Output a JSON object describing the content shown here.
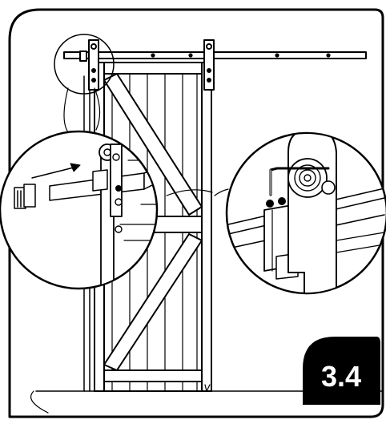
{
  "step": {
    "number_label": "3.4"
  },
  "colors": {
    "ink": "#000000",
    "paper": "#ffffff",
    "badge_fill": "#000000",
    "badge_text": "#ffffff"
  },
  "illustration": {
    "subject": "barn-door-hanger-installation",
    "callouts": [
      "rail-end-stop-insert-detail",
      "hanger-wheel-anti-jump-block-detail"
    ]
  }
}
